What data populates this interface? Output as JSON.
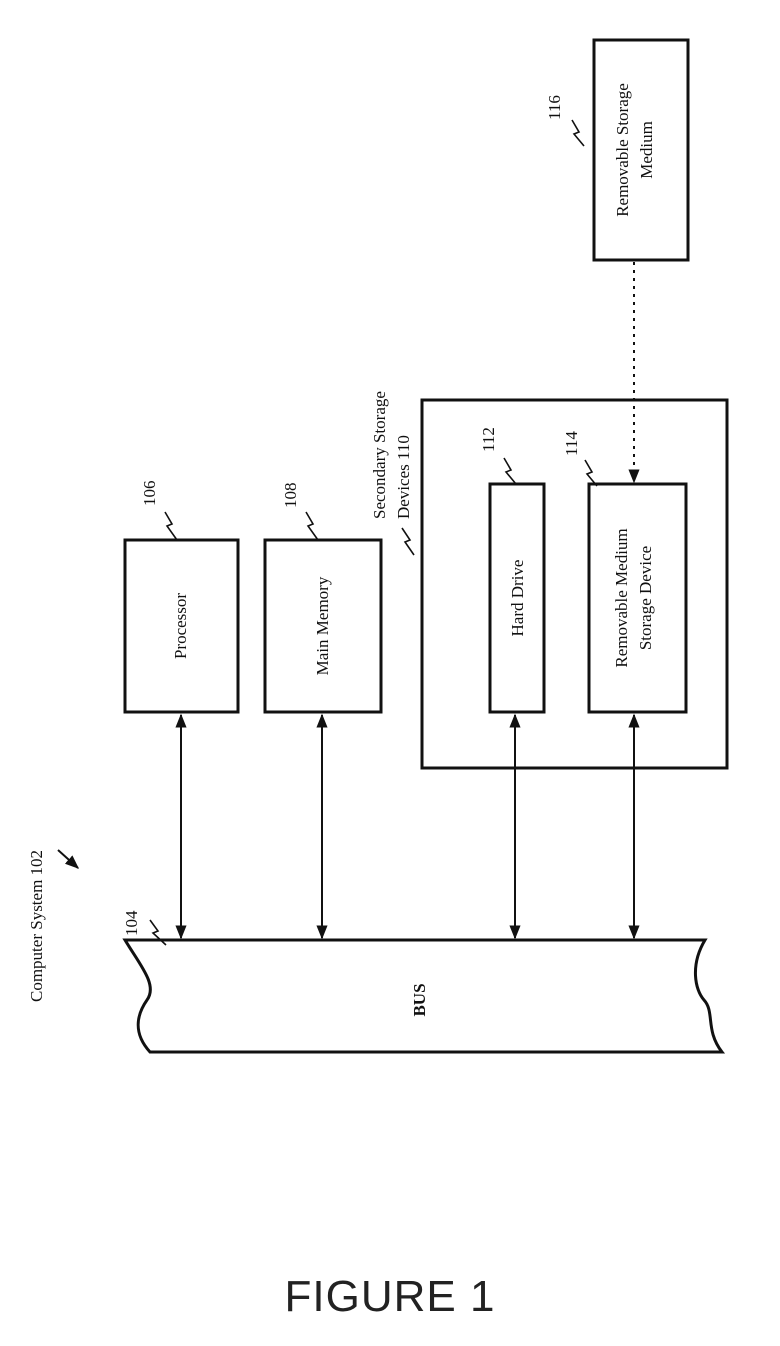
{
  "figure": {
    "caption": "FIGURE 1",
    "system_label": "Computer System 102",
    "bus": {
      "label": "BUS",
      "ref": "104"
    },
    "processor": {
      "label": "Processor",
      "ref": "106"
    },
    "main_memory": {
      "label": "Main Memory",
      "ref": "108"
    },
    "secondary_storage": {
      "label_line1": "Secondary Storage",
      "label_line2": "Devices 110"
    },
    "hard_drive": {
      "label": "Hard Drive",
      "ref": "112"
    },
    "removable_device": {
      "label_line1": "Removable Medium",
      "label_line2": "Storage Device",
      "ref": "114"
    },
    "removable_medium": {
      "label_line1": "Removable Storage",
      "label_line2": "Medium",
      "ref": "116"
    }
  }
}
